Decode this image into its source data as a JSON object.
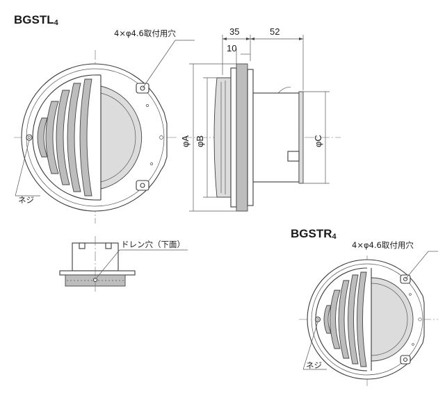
{
  "views": {
    "left_model": {
      "title": "BGSTL",
      "title_sub": "4"
    },
    "right_model": {
      "title": "BGSTR",
      "title_sub": "4"
    }
  },
  "annotations": {
    "mount_holes_left": "4×φ4.6取付用穴",
    "mount_holes_right": "4×φ4.6取付用穴",
    "screw_left": "ネジ",
    "screw_right": "ネジ",
    "drain_hole": "ドレン穴（下面）"
  },
  "dimensions": {
    "d35": "35",
    "d52": "52",
    "d10": "10",
    "phiA": "φA",
    "phiB": "φB",
    "phiC": "φC"
  }
}
